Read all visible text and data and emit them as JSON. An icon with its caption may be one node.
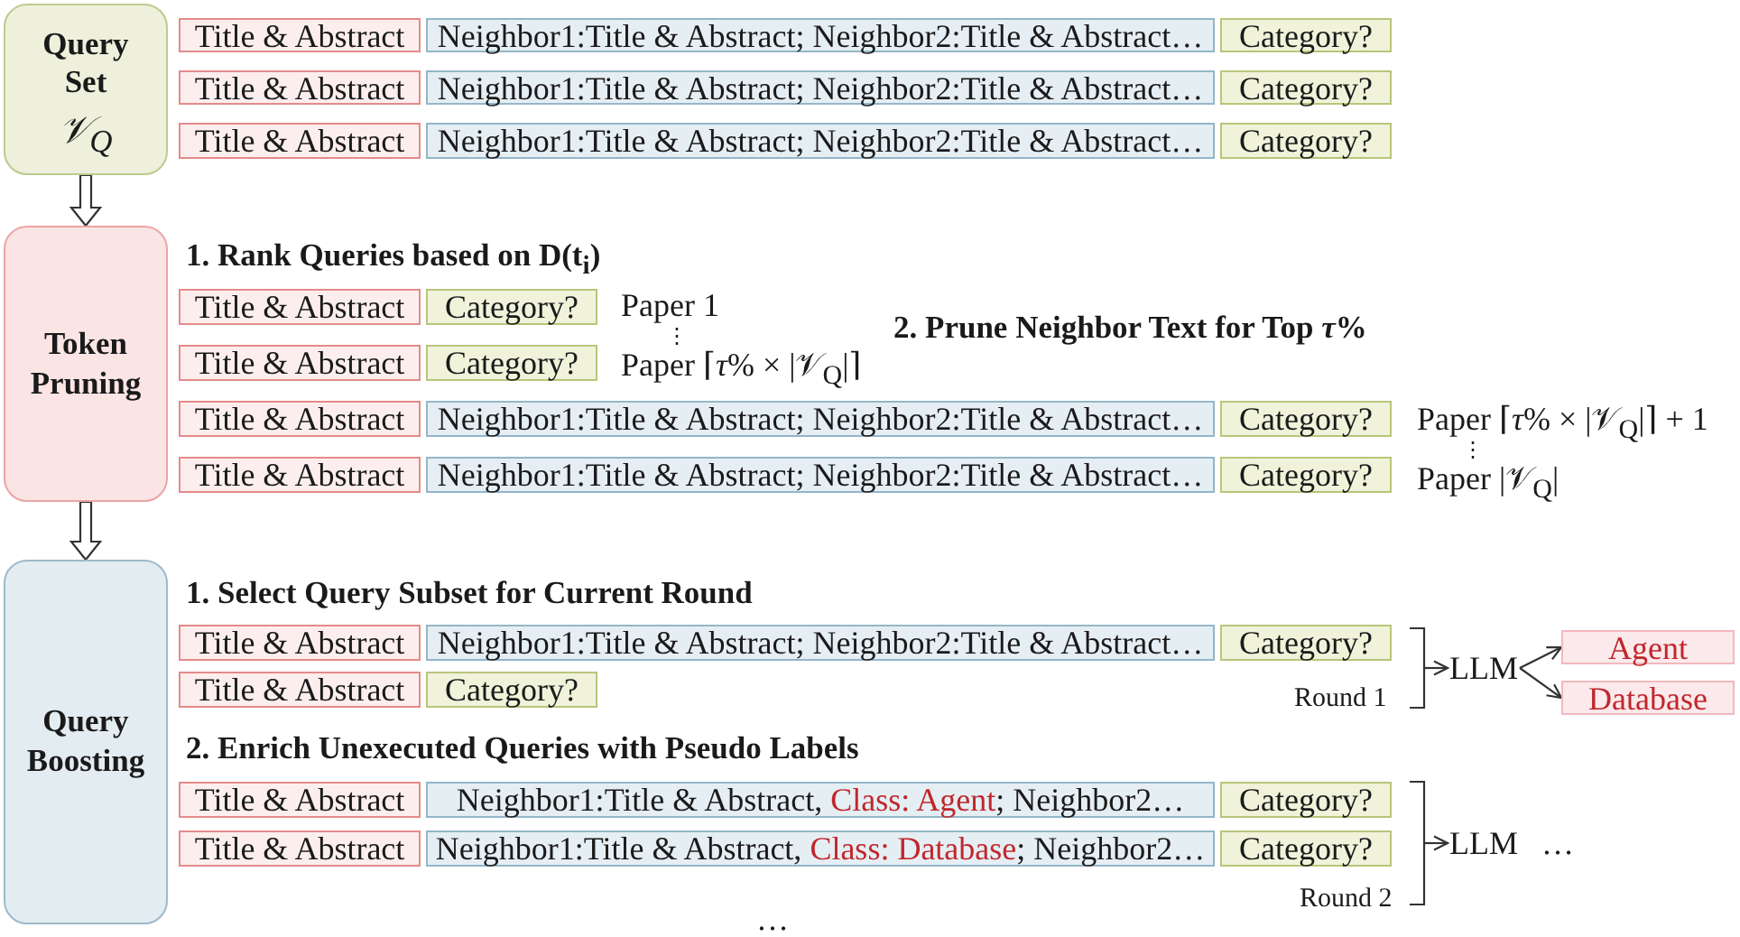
{
  "diagram": {
    "nodes": [
      {
        "text": [
          "Query Set",
          "𝒱$_{Q}$"
        ]
      },
      {
        "text": [
          "Title & Abstract"
        ]
      },
      {
        "text": [
          "Neighbor1:Title & Abstract; Neighbor2:Title & Abstract…"
        ]
      },
      {
        "text": [
          "Category?"
        ]
      },
      {
        "text": [
          "Title & Abstract"
        ]
      },
      {
        "text": [
          "Neighbor1:Title & Abstract; Neighbor2:Title & Abstract…"
        ]
      },
      {
        "text": [
          "Category?"
        ]
      },
      {
        "text": [
          "Title & Abstract"
        ]
      },
      {
        "text": [
          "Neighbor1:Title & Abstract; Neighbor2:Title & Abstract…"
        ]
      },
      {
        "text": [
          "Category?"
        ]
      },
      {
        "text": [
          "Token Pruning"
        ]
      },
      {
        "text": [
          "Title & Abstract"
        ]
      },
      {
        "text": [
          "Category?"
        ]
      },
      {
        "text": [
          "Title & Abstract"
        ]
      },
      {
        "text": [
          "Category?"
        ]
      },
      {
        "text": [
          "Title & Abstract"
        ]
      },
      {
        "text": [
          "Neighbor1:Title & Abstract; Neighbor2:Title & Abstract…"
        ]
      },
      {
        "text": [
          "Category?"
        ]
      },
      {
        "text": [
          "Title & Abstract"
        ]
      },
      {
        "text": [
          "Neighbor1:Title & Abstract; Neighbor2:Title & Abstract…"
        ]
      },
      {
        "text": [
          "Category?"
        ]
      },
      {
        "text": [
          "Query Boosting"
        ]
      },
      {
        "text": [
          "Title & Abstract"
        ]
      },
      {
        "text": [
          "Neighbor1:Title & Abstract; Neighbor2:Title & Abstract…"
        ]
      },
      {
        "text": [
          "Category?"
        ]
      },
      {
        "text": [
          "Title & Abstract"
        ]
      },
      {
        "text": [
          "Category?"
        ]
      },
      {
        "text": [
          "LLM"
        ]
      },
      {
        "text": [
          "Agent"
        ]
      },
      {
        "text": [
          "Database"
        ]
      },
      {
        "text": [
          "Title & Abstract"
        ]
      },
      {
        "text": [
          "Neighbor1:Title & Abstract,",
          "Class: Agent",
          "; Neighbor2…"
        ]
      },
      {
        "text": [
          "Category?"
        ]
      },
      {
        "text": [
          "Title & Abstract"
        ]
      },
      {
        "text": [
          "Neighbor1:Title & Abstract,",
          "Class: Database",
          "; Neighbor2…"
        ]
      },
      {
        "text": [
          "Category?"
        ]
      },
      {
        "text": [
          "LLM"
        ]
      }
    ],
    "edges": [
      {
        "from": 0,
        "to": 10,
        "arrow": "to"
      },
      {
        "from": 10,
        "to": 21,
        "arrow": "to"
      },
      {
        "from": null,
        "to": 27,
        "arrow": "to"
      },
      {
        "from": 27,
        "to": 28,
        "arrow": "to"
      },
      {
        "from": 27,
        "to": 29,
        "arrow": "to"
      },
      {
        "from": null,
        "to": 36,
        "arrow": "to"
      }
    ],
    "labels": [
      "1. Rank Queries based on D(t$_{i}$)",
      "Paper 1",
      "⋮",
      "Paper ⌈*τ*% × |𝒱$_{Q}$|⌉",
      "2. Prune Neighbor Text for Top *τ*%",
      "Paper ⌈*τ*% × |𝒱$_{Q}$|⌉ + 1",
      "⋮",
      "Paper |𝒱$_{Q}$|",
      "1. Select Query Subset for Current Round",
      "Round 1",
      "2. Enrich Unexecuted Queries with Pseudo Labels",
      "…",
      "Round 2",
      "…"
    ]
  }
}
